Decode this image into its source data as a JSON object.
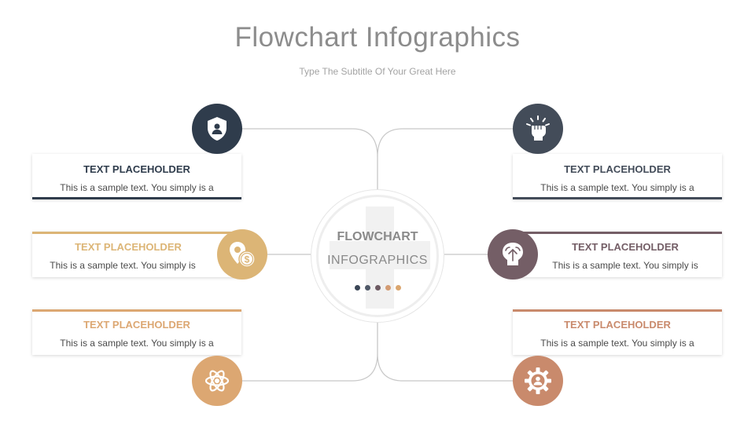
{
  "header": {
    "title": "Flowchart Infographics",
    "subtitle": "Type The Subtitle Of Your Great Here"
  },
  "center": {
    "line1": "FLOWCHART",
    "line2": "INFOGRAPHICS",
    "dot_colors": [
      "#3b4656",
      "#4f5867",
      "#6d5a62",
      "#d39b72",
      "#dba66f"
    ]
  },
  "colors": {
    "navy": "#2f3c4c",
    "slate": "#434c59",
    "gold": "#dcb576",
    "mauve": "#745e66",
    "tan": "#dca772",
    "terracotta": "#c98a6c",
    "line": "#c8c8c8"
  },
  "items": [
    {
      "heading": "TEXT PLACEHOLDER",
      "body": "This is a sample text. You simply is a",
      "icon": "shield-user-icon",
      "color": "#2f3c4c"
    },
    {
      "heading": "TEXT PLACEHOLDER",
      "body": "This is a sample text. You simply is",
      "icon": "location-dollar-icon",
      "color": "#dcb576"
    },
    {
      "heading": "TEXT PLACEHOLDER",
      "body": "This is a sample text. You simply is a",
      "icon": "atom-icon",
      "color": "#dca772"
    },
    {
      "heading": "TEXT PLACEHOLDER",
      "body": "This is a sample text. You simply is a",
      "icon": "fist-idea-icon",
      "color": "#434c59"
    },
    {
      "heading": "TEXT PLACEHOLDER",
      "body": "This is a sample text. You simply is",
      "icon": "brain-upload-icon",
      "color": "#745e66"
    },
    {
      "heading": "TEXT PLACEHOLDER",
      "body": "This is a sample text. You simply is a",
      "icon": "gear-user-icon",
      "color": "#c98a6c"
    }
  ]
}
